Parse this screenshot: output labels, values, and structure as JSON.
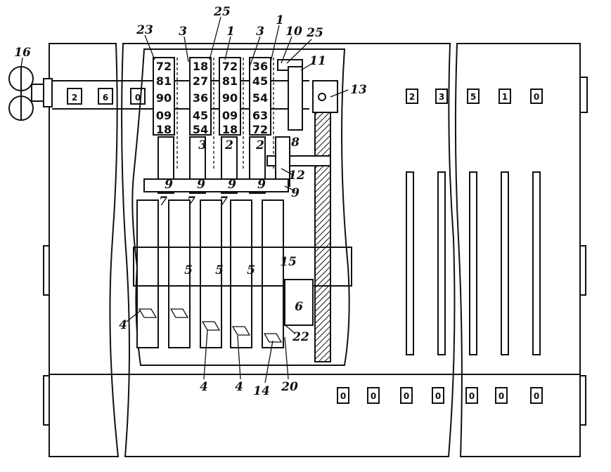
{
  "figure": {
    "reference_numerals": [
      "1",
      "2",
      "3",
      "4",
      "5",
      "6",
      "7",
      "8",
      "9",
      "10",
      "11",
      "12",
      "13",
      "14",
      "15",
      "16",
      "20",
      "22",
      "23",
      "25"
    ],
    "drum_columns": [
      [
        "72",
        "81",
        "90",
        "09",
        "18"
      ],
      [
        "18",
        "27",
        "36",
        "45",
        "54"
      ],
      [
        "72",
        "81",
        "90",
        "09",
        "18"
      ],
      [
        "36",
        "45",
        "54",
        "63",
        "72"
      ]
    ],
    "top_window_digits": [
      "2",
      "6",
      "0"
    ],
    "upper_register_digits": [
      "2",
      "3",
      "5",
      "1",
      "0"
    ],
    "bottom_register_digits": [
      "0",
      "0",
      "0",
      "0",
      "0",
      "0",
      "0"
    ]
  }
}
